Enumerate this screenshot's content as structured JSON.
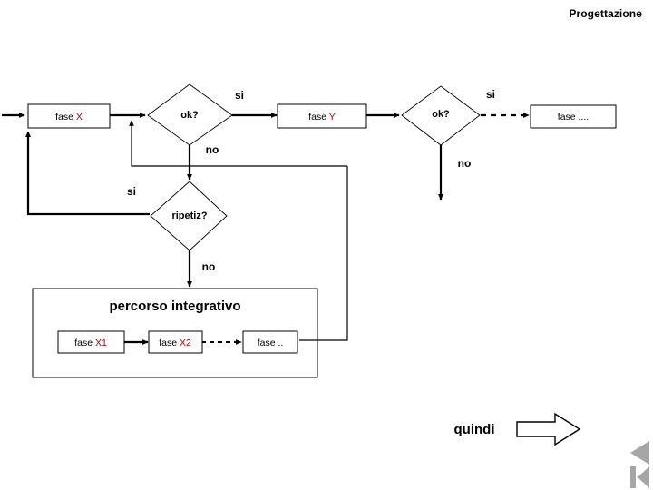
{
  "slide": {
    "title": "Progettazione",
    "accent_color": "#c00000",
    "line_color": "#000000",
    "background": "#ffffff",
    "nav_color": "#a6a6a6"
  },
  "diagram": {
    "type": "flowchart",
    "nodes": [
      {
        "id": "faseX",
        "label_prefix": "fase ",
        "label_accent": "X",
        "kind": "process"
      },
      {
        "id": "okA",
        "label": "ok?",
        "kind": "decision"
      },
      {
        "id": "faseY",
        "label_prefix": "fase ",
        "label_accent": "Y",
        "kind": "process"
      },
      {
        "id": "okB",
        "label": "ok?",
        "kind": "decision"
      },
      {
        "id": "faseDots",
        "label_prefix": "fase ....",
        "label_accent": "",
        "kind": "process"
      },
      {
        "id": "ripetiz",
        "label": "ripetiz?",
        "kind": "decision"
      },
      {
        "id": "gruppo",
        "label": "percorso integrativo",
        "kind": "group"
      },
      {
        "id": "faseX1",
        "label_prefix": "fase ",
        "label_accent": "X1",
        "kind": "process"
      },
      {
        "id": "faseX2",
        "label_prefix": "fase ",
        "label_accent": "X2",
        "kind": "process"
      },
      {
        "id": "faseDd",
        "label_prefix": "fase ..",
        "label_accent": "",
        "kind": "process"
      }
    ],
    "edge_labels": {
      "okA_si": "si",
      "okA_no": "no",
      "okB_si": "si",
      "okB_no": "no",
      "ripetiz_si": "si",
      "ripetiz_no": "no"
    }
  },
  "footer": {
    "quindi_label": "quindi",
    "block_arrow_name": "right-block-arrow"
  },
  "nav": {
    "previous": "previous-slide",
    "first": "first-slide"
  }
}
